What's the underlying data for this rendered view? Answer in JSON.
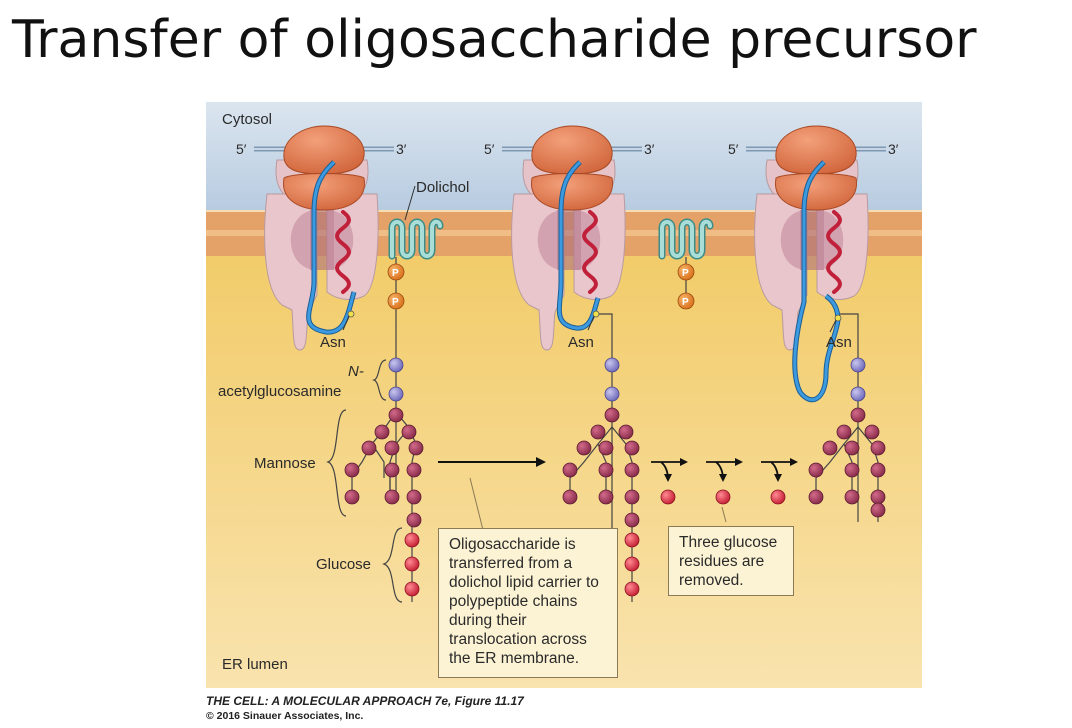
{
  "slide": {
    "title": "Transfer of oligosaccharide precursor"
  },
  "figure": {
    "labels": {
      "cytosol": "Cytosol",
      "er_lumen": "ER lumen",
      "dolichol": "Dolichol",
      "five_prime": "5′",
      "three_prime": "3′",
      "asn": "Asn",
      "phosphate": "P",
      "n_prefix": "N-",
      "acetylglucosamine": "acetylglucosamine",
      "mannose": "Mannose",
      "glucose": "Glucose"
    },
    "callouts": {
      "transfer": "Oligosaccharide is transferred from a dolichol lipid carrier to polypeptide chains during their translocation across the ER membrane.",
      "removal": "Three glucose residues are removed."
    },
    "colors": {
      "cytosol": "#c9d9ea",
      "membrane": "#e8a871",
      "lumen": "#f5d98a",
      "ribosome": "#e27b4c",
      "translocon": "#e9c6cc",
      "polypeptide": "#2a7dbf",
      "helix": "#c0203a",
      "nag": "#8b87cf",
      "mannose": "#a6385a",
      "glucose": "#e5384a",
      "phosphate": "#ec8a2b",
      "dolichol": "#8fd0c8",
      "mrna": "#8aa6c0"
    }
  },
  "caption": {
    "line1": "THE CELL: A MOLECULAR APPROACH 7e, Figure 11.17",
    "line2": "© 2016 Sinauer Associates, Inc."
  }
}
